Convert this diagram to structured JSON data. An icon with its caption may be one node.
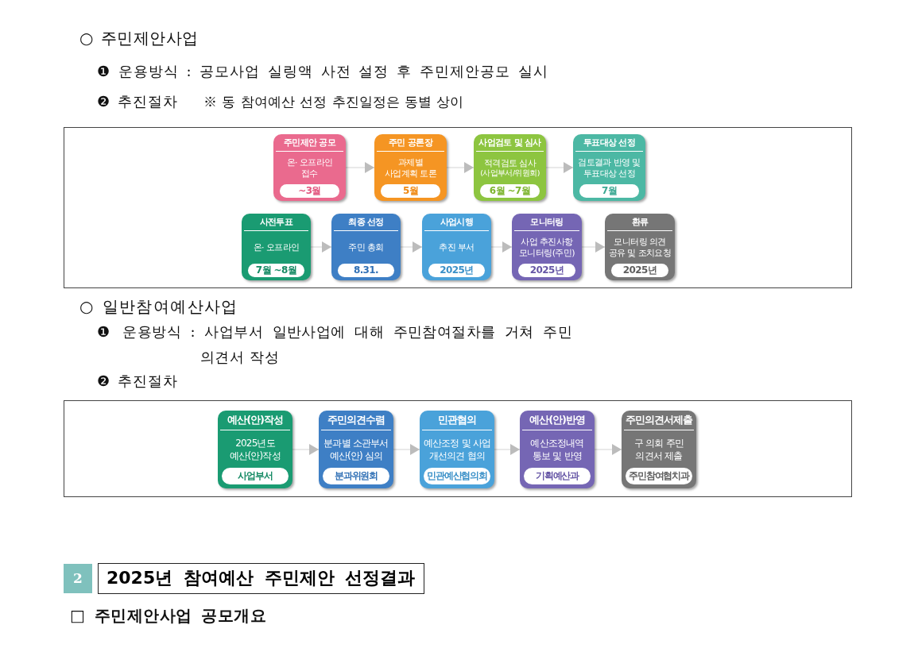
{
  "diagram": {
    "nodes": [
      {
        "text": [],
        "shape": "box"
      },
      {
        "text": [
          "주민제안 공모",
          "온· 오프라인 접수",
          "~3월"
        ],
        "in": 0
      },
      {
        "text": [
          "주민 공론장",
          "과제별 사업계획 토론",
          "5월"
        ],
        "in": 0
      },
      {
        "text": [
          "사업검토 및 심사",
          "적격검토 심사",
          "(사업부서/위원회)",
          "6월 ~7월"
        ],
        "in": 0
      },
      {
        "text": [
          "투표대상 선정",
          "검토결과 반영 및 투표대상 선정",
          "7월"
        ],
        "in": 0
      },
      {
        "text": [
          "사전투표",
          "온· 오프라인",
          "7월 ~8월"
        ],
        "in": 0
      },
      {
        "text": [
          "최종 선정",
          "주민 총회",
          "8.31."
        ],
        "in": 0
      },
      {
        "text": [
          "사업시행",
          "추진 부서",
          "2025년"
        ],
        "in": 0
      },
      {
        "text": [
          "모니터링",
          "사업 추진사항 모니터링(주민)",
          "2025년"
        ],
        "in": 0
      },
      {
        "text": [
          "환류",
          "모니터링 의견 공유 및 조치요청",
          "2025년"
        ],
        "in": 0
      },
      {
        "text": [],
        "shape": "box"
      },
      {
        "text": [
          "예산(안)작성",
          "2025년도 예산(안)작성",
          "사업부서"
        ],
        "in": 10
      },
      {
        "text": [
          "주민의견수렴",
          "분과별 소관부서 예산(안) 심의",
          "분과위원회"
        ],
        "in": 10
      },
      {
        "text": [
          "민관협의",
          "예산조정 및 사업 개선의견 협의",
          "민관예산협의회"
        ],
        "in": 10
      },
      {
        "text": [
          "예산(안)반영",
          "예산조정내역 통보 및 반영",
          "기획예산과"
        ],
        "in": 10
      },
      {
        "text": [
          "주민의견서제출",
          "구 의회 주민 의견서 제출",
          "주민참여협치과"
        ],
        "in": 10
      },
      {
        "text": [
          "2"
        ]
      },
      {
        "text": [
          "2025년 참여예산 주민제안 선정결과"
        ]
      }
    ],
    "edges": [
      {
        "from": 1,
        "to": 2,
        "arrow": "to"
      },
      {
        "from": 2,
        "to": 3,
        "arrow": "to"
      },
      {
        "from": 3,
        "to": 4,
        "arrow": "to"
      },
      {
        "from": 5,
        "to": 6,
        "arrow": "to"
      },
      {
        "from": 6,
        "to": 7,
        "arrow": "to"
      },
      {
        "from": 7,
        "to": 8,
        "arrow": "to"
      },
      {
        "from": 8,
        "to": 9,
        "arrow": "to"
      },
      {
        "from": 11,
        "to": 12,
        "arrow": "to"
      },
      {
        "from": 12,
        "to": 13,
        "arrow": "to"
      },
      {
        "from": 13,
        "to": 14,
        "arrow": "to"
      },
      {
        "from": 14,
        "to": 15,
        "arrow": "to"
      }
    ],
    "labels": [
      "○ 주민제안사업",
      "❶ 운용방식 : 공모사업 실링액 사전 설정 후 주민제안공모 실시",
      "❷ 추진절차",
      "※ 동 참여예산 선정 추진일정은 동별 상이",
      "○ 일반참여예산사업",
      "❶ 운용방식 : 사업부서 일반사업에 대해 주민참여절차를 거쳐 주민 의견서 작성",
      "❷ 추진절차",
      "□ 주민제안사업 공모개요"
    ]
  }
}
